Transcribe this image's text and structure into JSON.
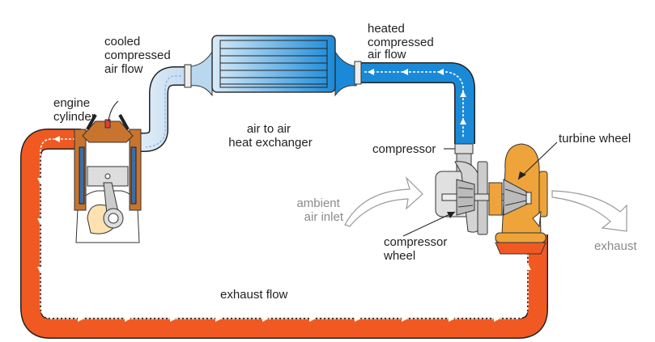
{
  "title": "Turbocharger system diagram",
  "labels": {
    "cooled_air": [
      "cooled",
      "compressed",
      "air flow"
    ],
    "engine_cylinder": [
      "engine",
      "cylinder"
    ],
    "heat_exchanger": [
      "air to air",
      "heat exchanger"
    ],
    "heated_air": [
      "heated",
      "compressed",
      "air flow"
    ],
    "compressor": "compressor",
    "turbine_wheel": "turbine wheel",
    "ambient_inlet": [
      "ambient",
      "air inlet"
    ],
    "compressor_wheel": [
      "compressor",
      "wheel"
    ],
    "exhaust": "exhaust",
    "exhaust_flow": "exhaust flow"
  },
  "colors": {
    "exhaust_pipe": "#f05a22",
    "hot_air_pipe": "#1a8ad8",
    "cool_air_pipe": "#d6e8f6",
    "turbine_housing": "#eea43a",
    "compressor_housing": "#d8d8d8",
    "engine_block": "#c8742e",
    "outline": "#222222",
    "grey_arrow": "#9a9a9a"
  }
}
